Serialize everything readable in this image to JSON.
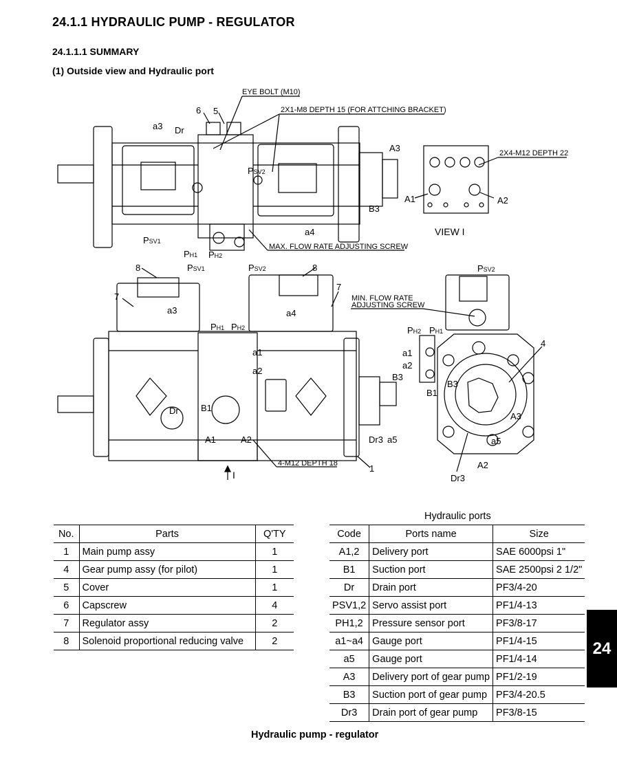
{
  "heading": "24.1.1   HYDRAULIC PUMP - REGULATOR",
  "subheading": "24.1.1.1 SUMMARY",
  "section": "(1)  Outside view and Hydraulic port",
  "diagram": {
    "eye_bolt": "EYE BOLT (M10)",
    "bracket": "2X1-M8 DEPTH 15 (FOR ATTCHING BRACKET)",
    "m12_22": "2X4-M12 DEPTH 22",
    "max_flow": "MAX. FLOW RATE ADJUSTING SCREW",
    "min_flow_1": "MIN. FLOW RATE",
    "min_flow_2": "ADJUSTING SCREW",
    "m12_18": "4-M12 DEPTH 18",
    "view": "VIEW   I",
    "arrow_label": "I",
    "n1": "1",
    "n4": "4",
    "n5": "5",
    "n6": "6",
    "n7": "7",
    "n8": "8",
    "a1": "a1",
    "a2": "a2",
    "a3": "a3",
    "a4": "a4",
    "a5": "a5",
    "A1": "A1",
    "A2": "A2",
    "A3": "A3",
    "B1": "B1",
    "B3": "B3",
    "Dr": "Dr",
    "Dr3": "Dr3",
    "P": "P",
    "sv1": "SV1",
    "sv2": "SV2",
    "h1": "H1",
    "h2": "H2"
  },
  "parts_table": {
    "headers": [
      "No.",
      "Parts",
      "Q'TY"
    ],
    "rows": [
      [
        "1",
        "Main pump assy",
        "1"
      ],
      [
        "4",
        "Gear pump assy (for pilot)",
        "1"
      ],
      [
        "5",
        "Cover",
        "1"
      ],
      [
        "6",
        "Capscrew",
        "4"
      ],
      [
        "7",
        "Regulator assy",
        "2"
      ],
      [
        "8",
        "Solenoid proportional reducing valve",
        "2"
      ]
    ]
  },
  "ports_table": {
    "caption": "Hydraulic ports",
    "headers": [
      "Code",
      "Ports name",
      "Size"
    ],
    "rows": [
      [
        "A1,2",
        "Delivery port",
        "SAE 6000psi 1\""
      ],
      [
        "B1",
        "Suction port",
        "SAE 2500psi 2 1/2\""
      ],
      [
        "Dr",
        "Drain port",
        "PF3/4-20"
      ],
      [
        "PSV1,2",
        "Servo assist port",
        "PF1/4-13"
      ],
      [
        "PH1,2",
        "Pressure sensor port",
        "PF3/8-17"
      ],
      [
        "a1~a4",
        "Gauge port",
        "PF1/4-15"
      ],
      [
        "a5",
        "Gauge port",
        "PF1/4-14"
      ],
      [
        "A3",
        "Delivery port of gear pump",
        "PF1/2-19"
      ],
      [
        "B3",
        "Suction port of gear pump",
        "PF3/4-20.5"
      ],
      [
        "Dr3",
        "Drain port of gear pump",
        "PF3/8-15"
      ]
    ]
  },
  "footer": "Hydraulic pump - regulator",
  "chapter": "24"
}
